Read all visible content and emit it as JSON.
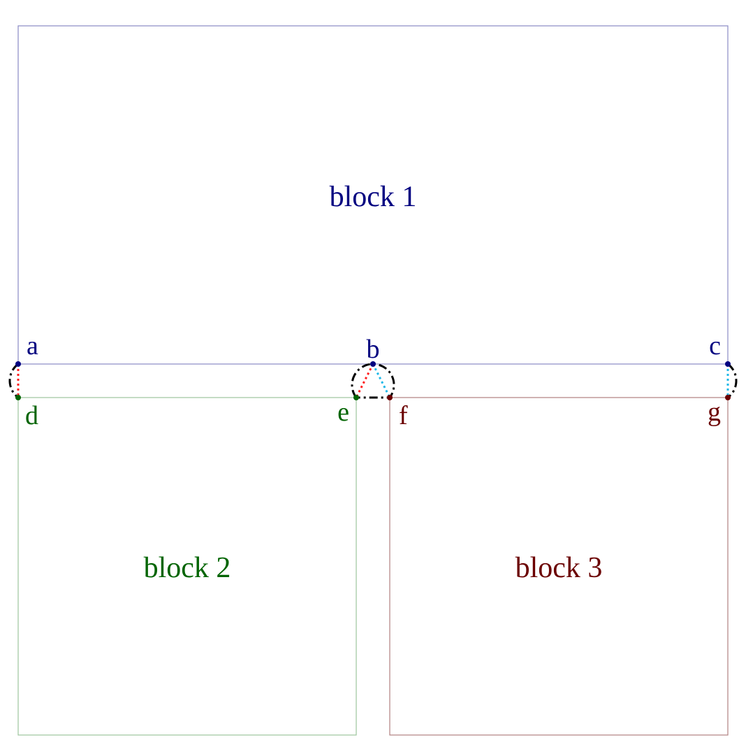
{
  "blocks": [
    {
      "label": "block 1",
      "color": "#000080",
      "stroke": "#8a8ac4"
    },
    {
      "label": "block 2",
      "color": "#006400",
      "stroke": "#9cc49c"
    },
    {
      "label": "block 3",
      "color": "#6b0000",
      "stroke": "#b08080"
    }
  ],
  "points": {
    "a": "a",
    "b": "b",
    "c": "c",
    "d": "d",
    "e": "e",
    "f": "f",
    "g": "g"
  },
  "colors": {
    "red_link": "#ff2020",
    "cyan_link": "#20b8e8",
    "arc": "#000000"
  }
}
